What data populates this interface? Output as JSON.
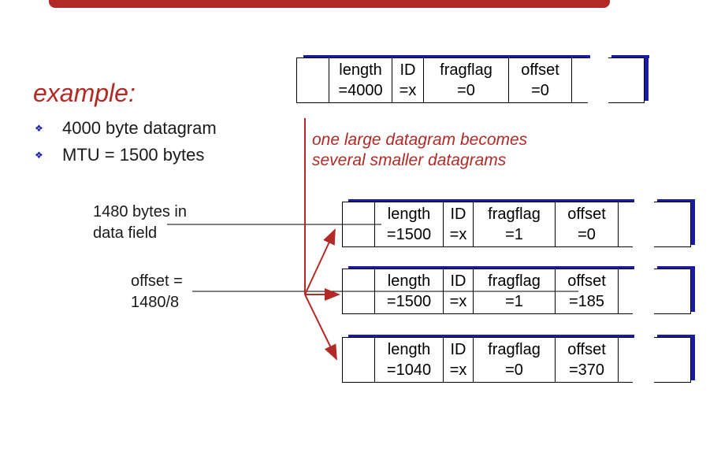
{
  "example": {
    "title": "example:",
    "bullets": [
      "4000 byte datagram",
      "MTU = 1500 bytes"
    ]
  },
  "caption": {
    "line1": "one large datagram becomes",
    "line2": "several smaller datagrams"
  },
  "labels": {
    "data_field": [
      "1480 bytes in",
      "data field"
    ],
    "offset": [
      "offset =",
      "1480/8"
    ]
  },
  "original": {
    "fields": [
      {
        "name": "length",
        "value": "=4000"
      },
      {
        "name": "ID",
        "value": "=x"
      },
      {
        "name": "fragflag",
        "value": "=0"
      },
      {
        "name": "offset",
        "value": "=0"
      }
    ]
  },
  "fragments": [
    {
      "fields": [
        {
          "name": "length",
          "value": "=1500"
        },
        {
          "name": "ID",
          "value": "=x"
        },
        {
          "name": "fragflag",
          "value": "=1"
        },
        {
          "name": "offset",
          "value": "=0"
        }
      ]
    },
    {
      "fields": [
        {
          "name": "length",
          "value": "=1500"
        },
        {
          "name": "ID",
          "value": "=x"
        },
        {
          "name": "fragflag",
          "value": "=1"
        },
        {
          "name": "offset",
          "value": "=185"
        }
      ]
    },
    {
      "fields": [
        {
          "name": "length",
          "value": "=1040"
        },
        {
          "name": "ID",
          "value": "=x"
        },
        {
          "name": "fragflag",
          "value": "=0"
        },
        {
          "name": "offset",
          "value": "=370"
        }
      ]
    }
  ],
  "colors": {
    "accent_red": "#b12a25",
    "accent_blue": "#1a1aa8"
  }
}
